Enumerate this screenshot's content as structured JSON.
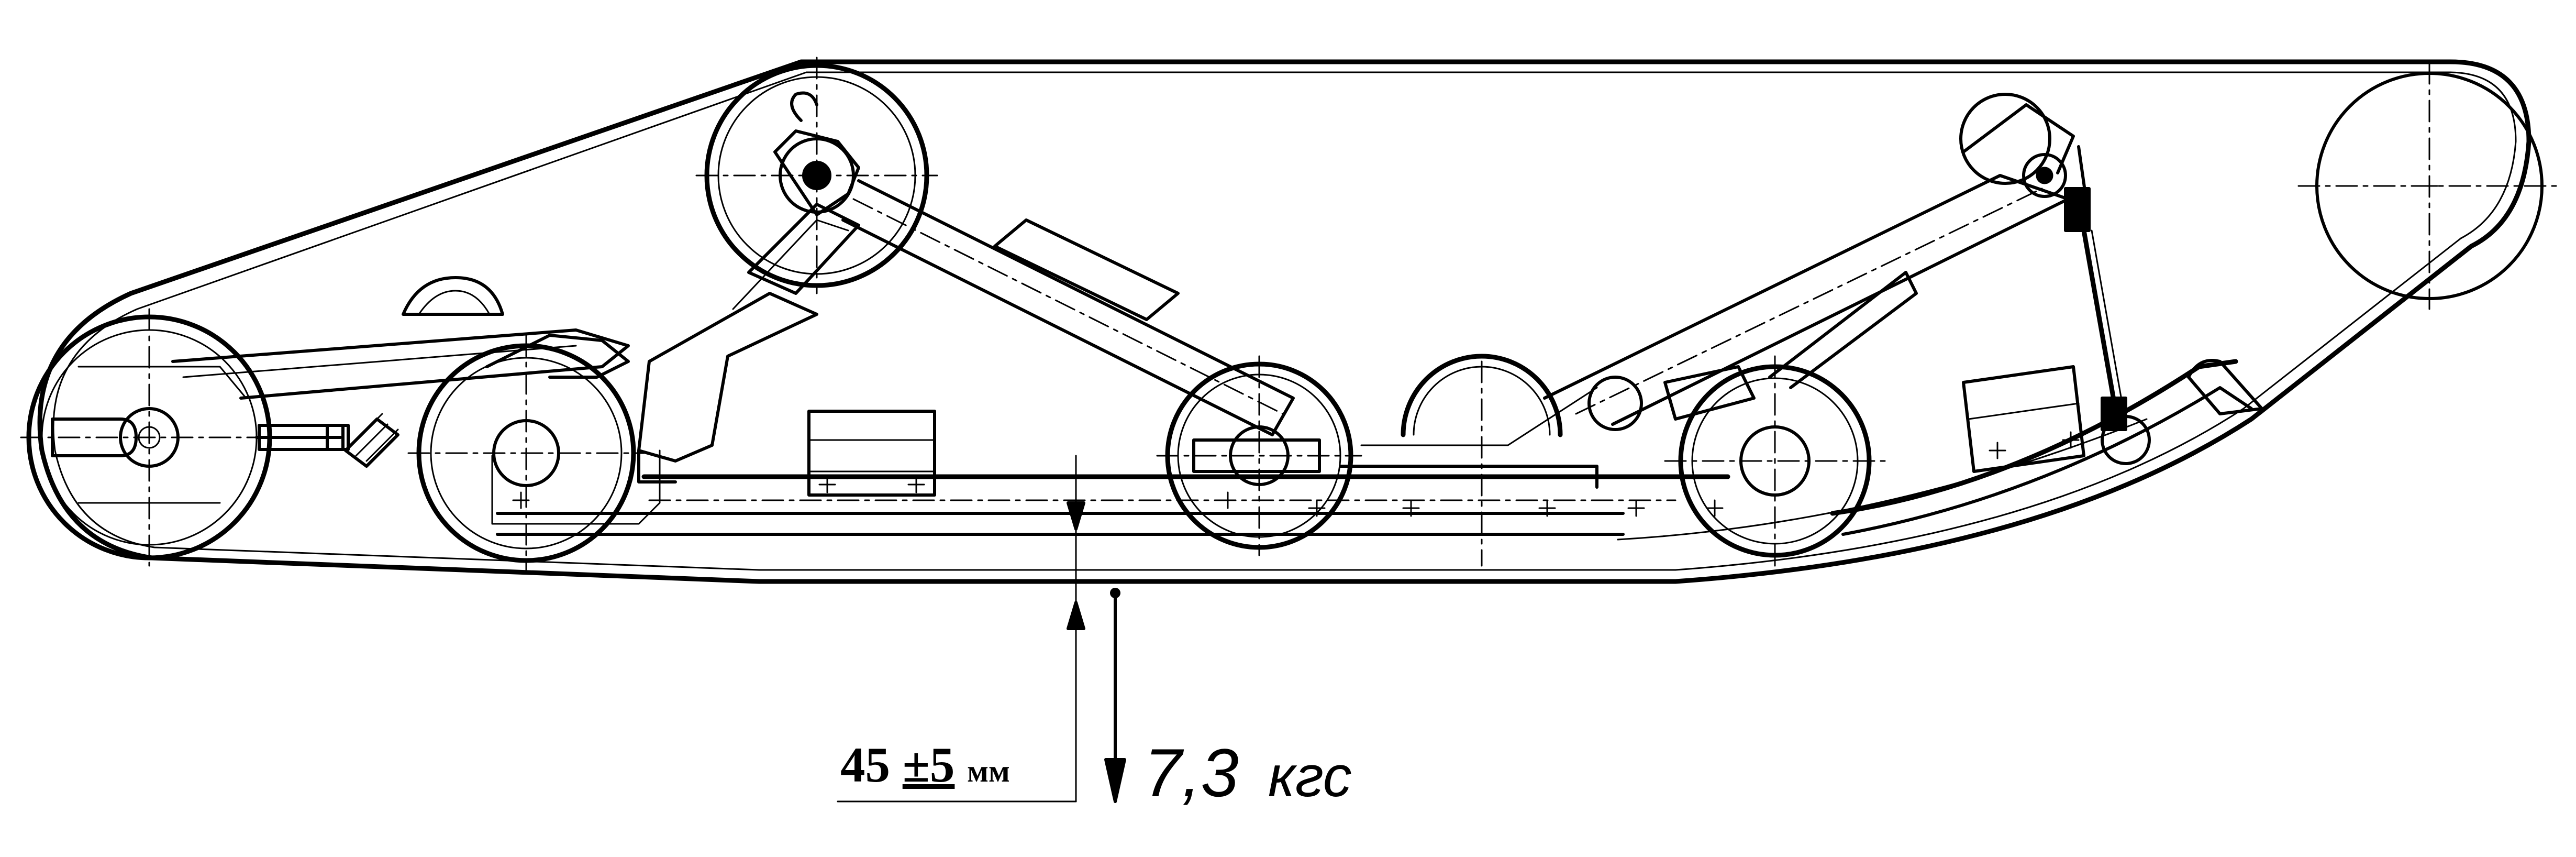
{
  "annotations": {
    "deflection": {
      "value": "45",
      "tolerance": "±5",
      "unit": "мм"
    },
    "force": {
      "value": "7,3",
      "unit": "кгс"
    }
  },
  "colors": {
    "line": "#000000",
    "background": "#ffffff"
  }
}
